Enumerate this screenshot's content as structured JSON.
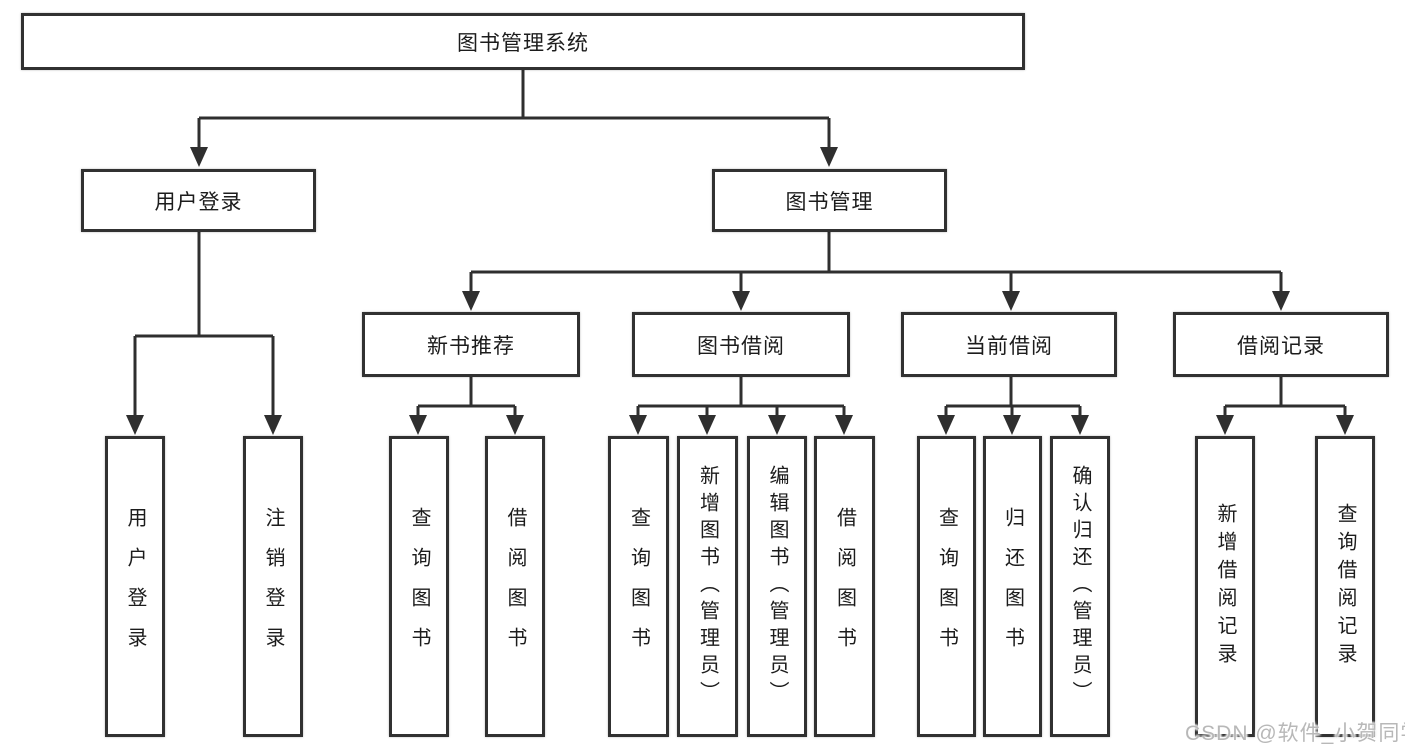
{
  "diagram": {
    "watermark": "CSDN @软件_小贺同学",
    "colors": {
      "line": "#2f2f2f",
      "text": "#1c1c1c",
      "box_fill": "#ffffff",
      "watermark": "#b8b8b8",
      "background": "#ffffff"
    }
  },
  "tree": {
    "root": "图书管理系统",
    "branches": [
      {
        "label": "用户登录",
        "children": [
          "用户登录",
          "注销登录"
        ]
      },
      {
        "label": "图书管理",
        "groups": [
          {
            "label": "新书推荐",
            "children": [
              "查询图书",
              "借阅图书"
            ]
          },
          {
            "label": "图书借阅",
            "children": [
              "查询图书",
              "新增图书（管理员）",
              "编辑图书（管理员）",
              "借阅图书"
            ]
          },
          {
            "label": "当前借阅",
            "children": [
              "查询图书",
              "归还图书",
              "确认归还（管理员）"
            ]
          },
          {
            "label": "借阅记录",
            "children": [
              "新增借阅记录",
              "查询借阅记录"
            ]
          }
        ]
      }
    ]
  }
}
